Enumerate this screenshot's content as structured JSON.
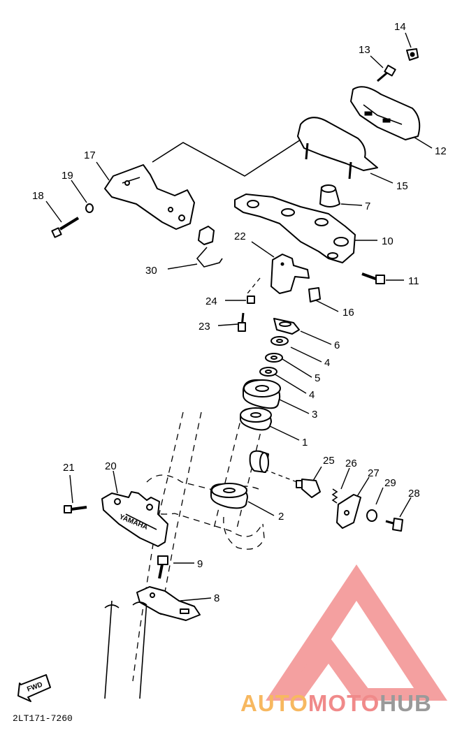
{
  "diagram_code": "2LT171-7260",
  "fwd_label": "FWD",
  "stamp_text": "YAMAHA",
  "watermark": {
    "part_a": "AUTO",
    "part_b": "MOTO",
    "part_c": "HUB",
    "colors": {
      "auto": "#f7b860",
      "moto": "#f08a8a",
      "hub": "#9a9a9a",
      "logo": "#f4a0a0"
    }
  },
  "callouts": {
    "n1": "1",
    "n2": "2",
    "n3": "3",
    "n4a": "4",
    "n4b": "4",
    "n5": "5",
    "n6": "6",
    "n7": "7",
    "n8": "8",
    "n9": "9",
    "n10": "10",
    "n11": "11",
    "n12": "12",
    "n13": "13",
    "n14": "14",
    "n15": "15",
    "n16": "16",
    "n17": "17",
    "n18": "18",
    "n19": "19",
    "n20": "20",
    "n21": "21",
    "n22": "22",
    "n23": "23",
    "n24": "24",
    "n25": "25",
    "n26": "26",
    "n27": "27",
    "n28": "28",
    "n29": "29",
    "n30": "30"
  }
}
